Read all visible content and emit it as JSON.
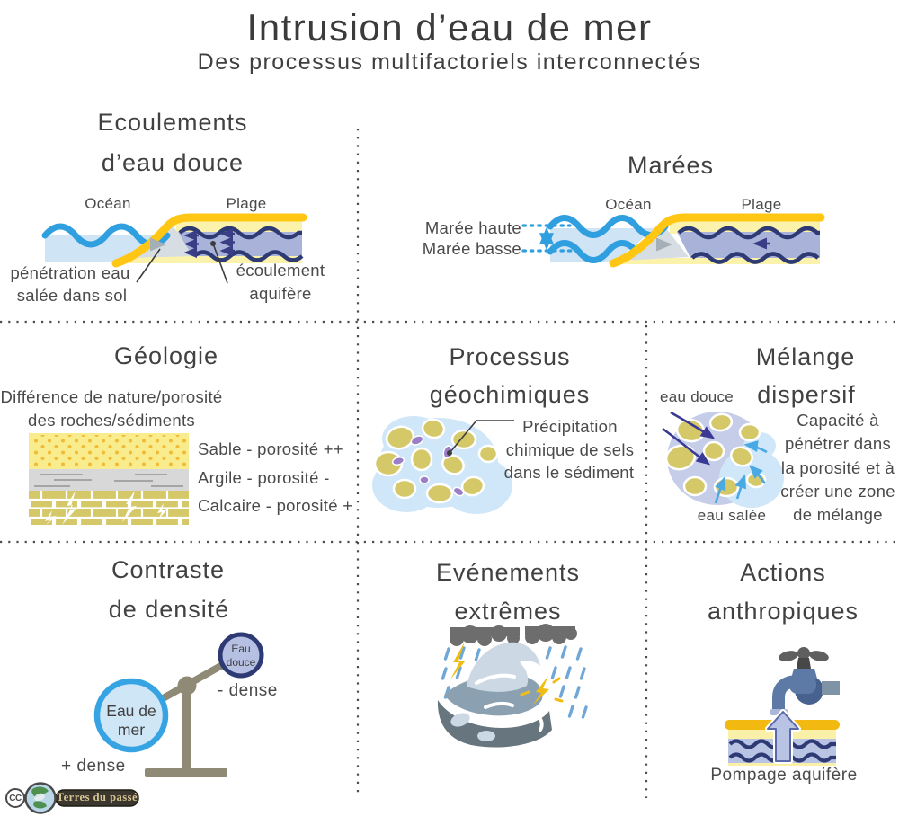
{
  "title": "Intrusion d’eau de mer",
  "subtitle": "Des processus multifactoriels interconnectés",
  "panels": {
    "ecoulements": {
      "title1": "Ecoulements",
      "title2": "d’eau douce",
      "ocean": "Océan",
      "plage": "Plage",
      "callout_left1": "pénétration eau",
      "callout_left2": "salée dans sol",
      "callout_right1": "écoulement",
      "callout_right2": "aquifère"
    },
    "marees": {
      "title": "Marées",
      "ocean": "Océan",
      "plage": "Plage",
      "haute": "Marée haute",
      "basse": "Marée basse"
    },
    "geologie": {
      "title": "Géologie",
      "desc1": "Différence de nature/porosité",
      "desc2": "des roches/sédiments",
      "sable": "Sable - porosité ++",
      "argile": "Argile - porosité -",
      "calcaire": "Calcaire - porosité +"
    },
    "geochimie": {
      "title1": "Processus",
      "title2": "géochimiques",
      "annot1": "Précipitation",
      "annot2": "chimique de sels",
      "annot3": "dans le sédiment"
    },
    "melange": {
      "title1": "Mélange",
      "title2": "dispersif",
      "eau_douce": "eau douce",
      "eau_salee": "eau salée",
      "desc1": "Capacité à",
      "desc2": "pénétrer dans",
      "desc3": "la porosité et à",
      "desc4": "créer une zone",
      "desc5": "de mélange"
    },
    "densite": {
      "title1": "Contraste",
      "title2": "de densité",
      "petit1": "Eau",
      "petit2": "douce",
      "grand1": "Eau de",
      "grand2": "mer",
      "moins": "- dense",
      "plus": "+ dense"
    },
    "extremes": {
      "title1": "Evénements",
      "title2": "extrêmes"
    },
    "anthropiques": {
      "title1": "Actions",
      "title2": "anthropiques",
      "caption": "Pompage aquifère"
    }
  },
  "footer": {
    "cc": "CC",
    "credit": "Terres du passé"
  },
  "colors": {
    "ocean_wave": "#2f9fe0",
    "ocean_fill": "#cfe4f4",
    "sand_bright": "#ffc613",
    "sand_pale": "#fbf2ac",
    "aquifer_fill": "#a9b3da",
    "aquifer_line": "#2e3a74",
    "grain_tan": "#d5c868",
    "clay_gray": "#d8d8d8",
    "salt_purple": "#9a7ec8",
    "balance_taupe": "#8f8a76",
    "storm_gray": "#6d6d6d",
    "rain_blue": "#6fa8d8",
    "lightning_yellow": "#f2bd13",
    "faucet_blue": "#5d7aa6",
    "text_dark": "#3f3f3f",
    "text_gray": "#4a4a4a"
  }
}
